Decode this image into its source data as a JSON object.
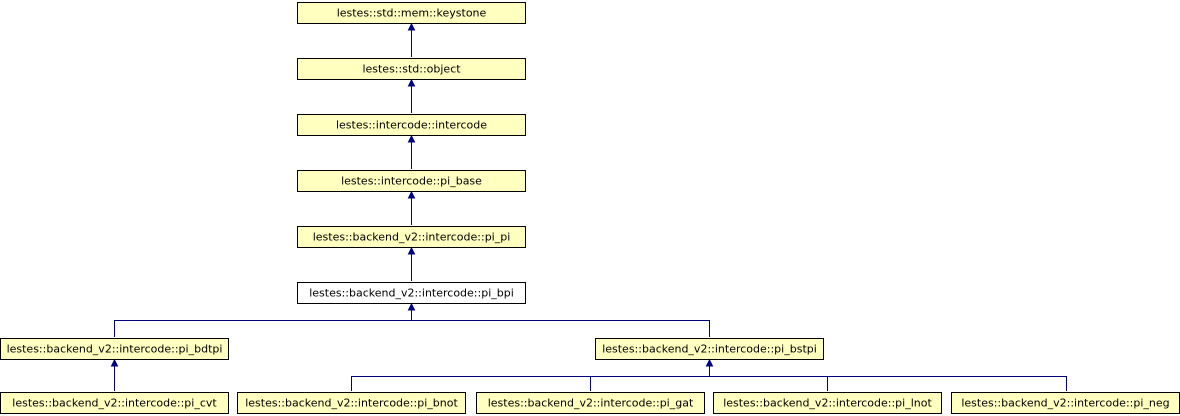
{
  "nodes": {
    "keystone": "lestes::std::mem::keystone",
    "object": "lestes::std::object",
    "intercode": "lestes::intercode::intercode",
    "pi_base": "lestes::intercode::pi_base",
    "pi_pi": "lestes::backend_v2::intercode::pi_pi",
    "pi_bpi": "lestes::backend_v2::intercode::pi_bpi",
    "pi_bdtpi": "lestes::backend_v2::intercode::pi_bdtpi",
    "pi_bstpi": "lestes::backend_v2::intercode::pi_bstpi",
    "pi_cvt": "lestes::backend_v2::intercode::pi_cvt",
    "pi_bnot": "lestes::backend_v2::intercode::pi_bnot",
    "pi_gat": "lestes::backend_v2::intercode::pi_gat",
    "pi_lnot": "lestes::backend_v2::intercode::pi_lnot",
    "pi_neg": "lestes::backend_v2::intercode::pi_neg"
  },
  "colors": {
    "node_fill": "#ffffc0",
    "current_fill": "#ffffff",
    "border": "#000000",
    "edge": "#000080"
  }
}
